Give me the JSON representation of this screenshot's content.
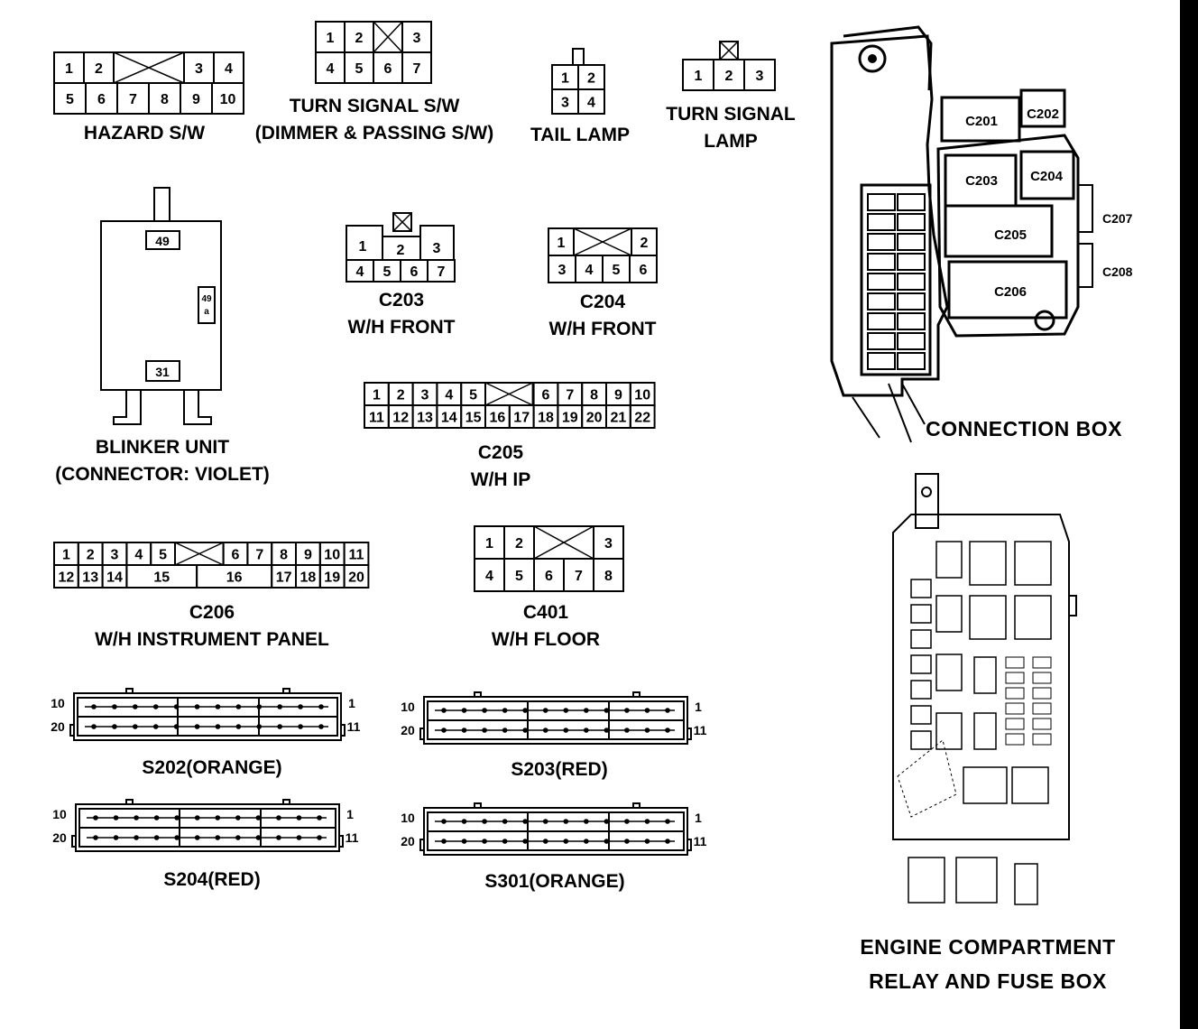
{
  "connectors": {
    "hazard_sw": {
      "caption": [
        "HAZARD S/W"
      ],
      "row1": [
        "1",
        "2",
        "3",
        "4"
      ],
      "row2": [
        "5",
        "6",
        "7",
        "8",
        "9",
        "10"
      ]
    },
    "turn_signal_sw": {
      "caption": [
        "TURN SIGNAL S/W",
        "(DIMMER & PASSING S/W)"
      ],
      "row1": [
        "1",
        "2",
        "3"
      ],
      "row2": [
        "4",
        "5",
        "6",
        "7"
      ]
    },
    "tail_lamp": {
      "caption": [
        "TAIL LAMP"
      ],
      "row1": [
        "1",
        "2"
      ],
      "row2": [
        "3",
        "4"
      ]
    },
    "turn_signal_lamp": {
      "caption": [
        "TURN SIGNAL",
        "LAMP"
      ],
      "row1": [
        "1",
        "2",
        "3"
      ]
    },
    "blinker_unit": {
      "caption": [
        "BLINKER UNIT",
        "(CONNECTOR: VIOLET)"
      ],
      "terminals": [
        "49",
        "49a",
        "31"
      ]
    },
    "c203": {
      "caption": [
        "C203",
        "W/H FRONT"
      ],
      "row1": [
        "1",
        "2",
        "3"
      ],
      "row2": [
        "4",
        "5",
        "6",
        "7"
      ]
    },
    "c204": {
      "caption": [
        "C204",
        "W/H FRONT"
      ],
      "row1": [
        "1",
        "2"
      ],
      "row2": [
        "3",
        "4",
        "5",
        "6"
      ]
    },
    "c205": {
      "caption": [
        "C205",
        "W/H IP"
      ],
      "row1": [
        "1",
        "2",
        "3",
        "4",
        "5",
        "",
        "6",
        "7",
        "8",
        "9",
        "10"
      ],
      "row2": [
        "11",
        "12",
        "13",
        "14",
        "15",
        "16",
        "17",
        "18",
        "19",
        "20",
        "21",
        "22"
      ]
    },
    "c206": {
      "caption": [
        "C206",
        "W/H INSTRUMENT PANEL"
      ],
      "row1": [
        "1",
        "2",
        "3",
        "4",
        "5",
        "6",
        "7",
        "8",
        "9",
        "10",
        "11"
      ],
      "row2": [
        "12",
        "13",
        "14",
        "15",
        "16",
        "17",
        "18",
        "19",
        "20"
      ]
    },
    "c401": {
      "caption": [
        "C401",
        "W/H FLOOR"
      ],
      "row1": [
        "1",
        "2",
        "3"
      ],
      "row2": [
        "4",
        "5",
        "6",
        "7",
        "8"
      ]
    },
    "s202": {
      "caption": "S202(ORANGE)",
      "pin_labels": [
        "10",
        "20",
        "1",
        "11"
      ]
    },
    "s203": {
      "caption": "S203(RED)",
      "pin_labels": [
        "10",
        "20",
        "1",
        "11"
      ]
    },
    "s204": {
      "caption": "S204(RED)",
      "pin_labels": [
        "10",
        "20",
        "1",
        "11"
      ]
    },
    "s301": {
      "caption": "S301(ORANGE)",
      "pin_labels": [
        "10",
        "20",
        "1",
        "11"
      ]
    }
  },
  "connection_box": {
    "caption": "CONNECTION BOX",
    "labels": [
      "C201",
      "C202",
      "C203",
      "C204",
      "C205",
      "C206",
      "C207",
      "C208"
    ]
  },
  "engine_box": {
    "caption": [
      "ENGINE COMPARTMENT",
      "RELAY AND FUSE BOX"
    ]
  }
}
